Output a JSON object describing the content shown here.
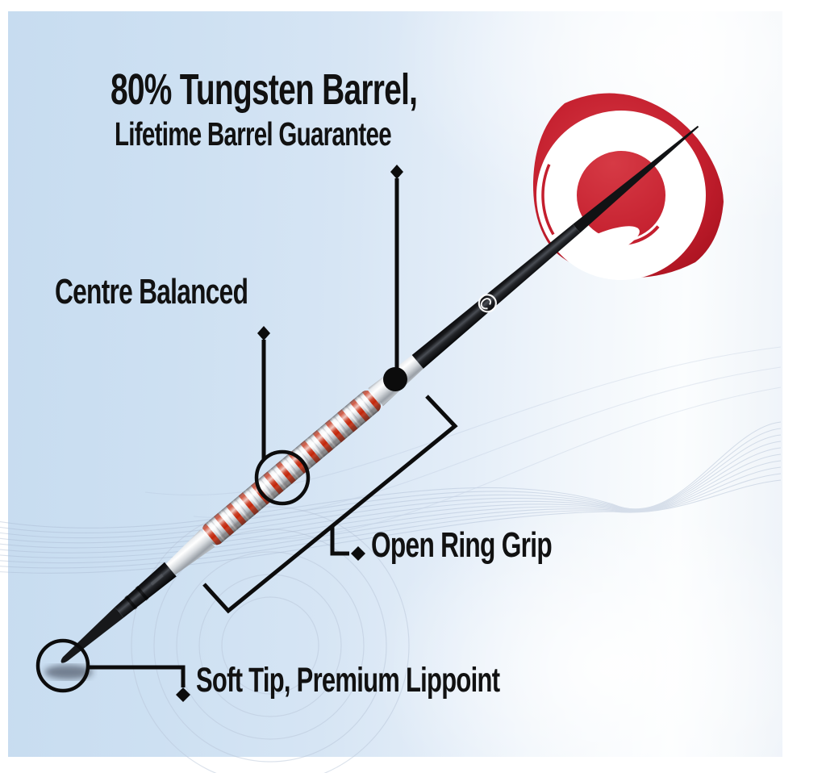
{
  "labels": {
    "tungsten_line1": "80% Tungsten Barrel,",
    "tungsten_line2": "Lifetime Barrel Guarantee",
    "centre_balanced": "Centre Balanced",
    "open_ring_grip": "Open Ring Grip",
    "soft_tip": "Soft Tip, Premium Lippoint"
  },
  "colors": {
    "background_blue": "#cfe1f2",
    "text": "#111111",
    "annotation_line": "#0c0c0c",
    "flight_red": "#c41f2e",
    "flight_white": "#ffffff",
    "barrel_ring_red": "#c32508",
    "barrel_silver": "#dfe3e7",
    "shaft_black": "#141518"
  },
  "icons": {
    "shaft_logo": "swirl-brand-logo"
  }
}
